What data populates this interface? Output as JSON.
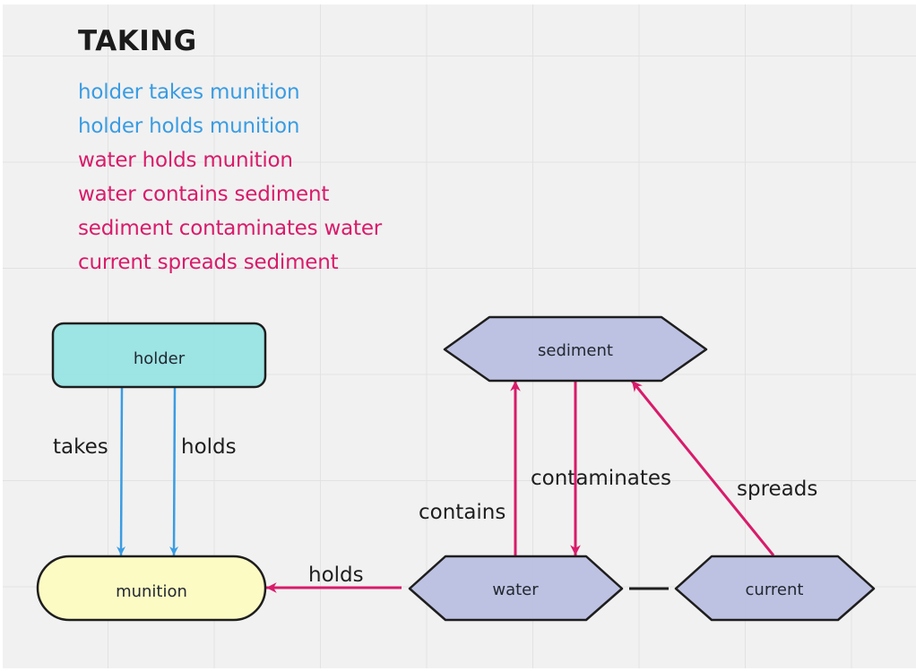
{
  "title": "TAKING",
  "colors": {
    "background": "#f1f1f1",
    "grid": "#e2e2e2",
    "title": "#1b1b1b",
    "blue": "#3a9ce2",
    "magenta": "#d81b6a",
    "holder_fill": "#97e3e3",
    "munition_fill": "#fdfbc4",
    "hex_fill": "#babfe0",
    "outline": "#1e1e1e"
  },
  "facts": [
    {
      "text": "holder takes munition",
      "color": "blue"
    },
    {
      "text": "holder holds munition",
      "color": "blue"
    },
    {
      "text": "water holds munition",
      "color": "magenta"
    },
    {
      "text": "water contains sediment",
      "color": "magenta"
    },
    {
      "text": "sediment contaminates water",
      "color": "magenta"
    },
    {
      "text": "current spreads sediment",
      "color": "magenta"
    }
  ],
  "nodes": {
    "holder": {
      "label": "holder",
      "shape": "rounded-rectangle"
    },
    "munition": {
      "label": "munition",
      "shape": "pill"
    },
    "sediment": {
      "label": "sediment",
      "shape": "hexagon"
    },
    "water": {
      "label": "water",
      "shape": "hexagon"
    },
    "current": {
      "label": "current",
      "shape": "hexagon"
    }
  },
  "edges": [
    {
      "id": "holder-takes-munition",
      "from": "holder",
      "to": "munition",
      "label": "takes",
      "color": "blue"
    },
    {
      "id": "holder-holds-munition",
      "from": "holder",
      "to": "munition",
      "label": "holds",
      "color": "blue"
    },
    {
      "id": "water-holds-munition",
      "from": "water",
      "to": "munition",
      "label": "holds",
      "color": "magenta"
    },
    {
      "id": "water-contains-sediment",
      "from": "water",
      "to": "sediment",
      "label": "contains",
      "color": "magenta"
    },
    {
      "id": "sediment-contaminates-water",
      "from": "sediment",
      "to": "water",
      "label": "contaminates",
      "color": "magenta"
    },
    {
      "id": "current-spreads-sediment",
      "from": "current",
      "to": "sediment",
      "label": "spreads",
      "color": "magenta"
    },
    {
      "id": "water-current-link",
      "from": "water",
      "to": "current",
      "label": "",
      "color": "outline"
    }
  ]
}
